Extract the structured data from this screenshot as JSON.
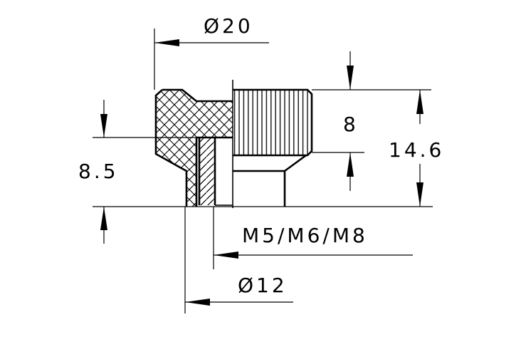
{
  "drawing": {
    "dim_outer_diameter": "Ø20",
    "dim_inner_diameter": "Ø12",
    "dim_knurl_height": "8",
    "dim_total_height": "14.6",
    "dim_insert_height": "8.5",
    "dim_thread": "M5/M6/M8"
  }
}
